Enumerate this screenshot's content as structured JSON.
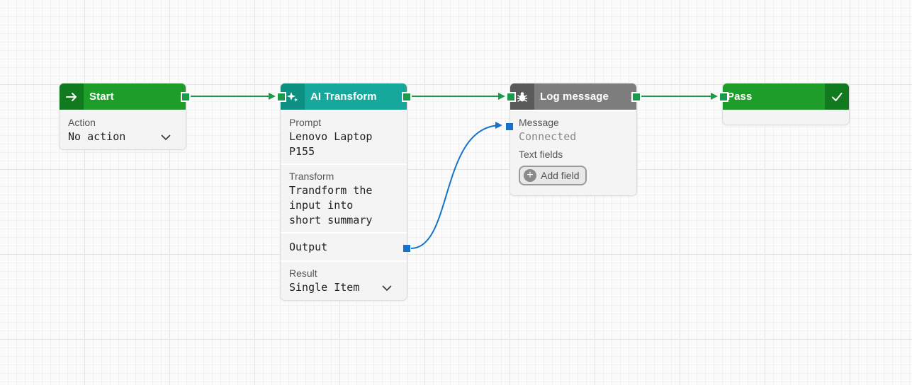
{
  "colors": {
    "start": "#1e9d2a",
    "start_icon_bg": "#117a1f",
    "ai": "#16a89a",
    "ai_icon_bg": "#0d8f82",
    "log": "#7d7d7d",
    "log_icon_bg": "#5a5a5a",
    "pass": "#1e9d2a",
    "wire_green": "#1a9a4a",
    "wire_blue": "#1672c8"
  },
  "nodes": {
    "start": {
      "title": "Start",
      "icon": "arrow-right-icon",
      "action_label": "Action",
      "action_value": "No action"
    },
    "ai_transform": {
      "title": "AI Transform",
      "icon": "sparkle-icon",
      "prompt_label": "Prompt",
      "prompt_value": "Lenovo Laptop\nP155",
      "transform_label": "Transform",
      "transform_value": "Trandform the\ninput into\nshort summary",
      "output_label": "Output",
      "result_label": "Result",
      "result_value": "Single Item"
    },
    "log_message": {
      "title": "Log message",
      "icon": "bug-icon",
      "message_label": "Message",
      "message_value": "Connected",
      "text_fields_label": "Text fields",
      "add_field_label": "Add field"
    },
    "pass": {
      "title": "Pass",
      "icon": "check-icon"
    }
  }
}
